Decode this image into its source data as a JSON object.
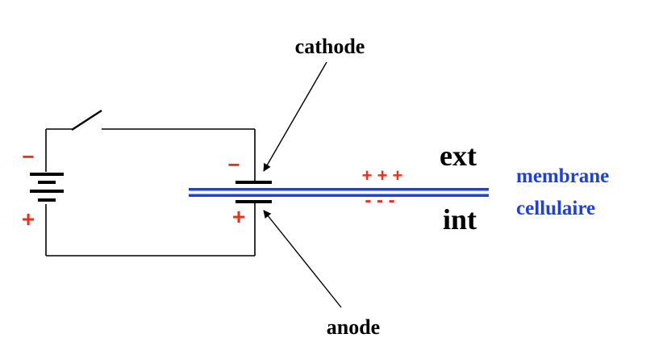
{
  "labels": {
    "cathode": "cathode",
    "anode": "anode",
    "ext": "ext",
    "int": "int",
    "membrane_line1": "membrane",
    "membrane_line2": "cellulaire"
  },
  "signs": {
    "battery_top": "−",
    "battery_bottom": "+",
    "electrode_top": "−",
    "electrode_bottom": "+",
    "membrane_outer": "+ + +",
    "membrane_inner": "- - -"
  },
  "colors": {
    "sign_red": "#e8321e",
    "membrane_blue": "#1f3fe6",
    "wire": "#000000"
  }
}
